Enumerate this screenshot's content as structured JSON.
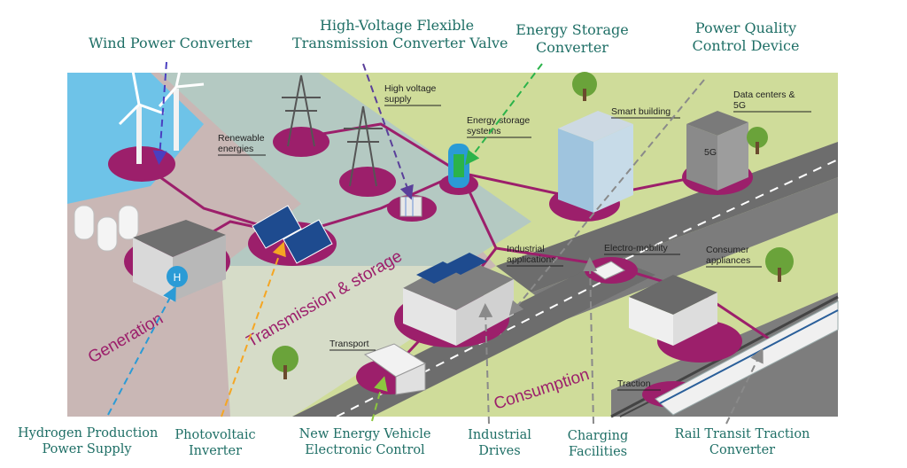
{
  "callouts": {
    "wind": "Wind Power Converter",
    "hv_line1": "High-Voltage Flexible",
    "hv_line2": "Transmission Converter Valve",
    "storage_line1": "Energy Storage",
    "storage_line2": "Converter",
    "pq_line1": "Power Quality",
    "pq_line2": "Control Device",
    "hydrogen_line1": "Hydrogen Production",
    "hydrogen_line2": "Power Supply",
    "pv_line1": "Photovoltaic",
    "pv_line2": "Inverter",
    "nev_line1": "New Energy Vehicle",
    "nev_line2": "Electronic Control",
    "drives_line1": "Industrial",
    "drives_line2": "Drives",
    "charging_line1": "Charging",
    "charging_line2": "Facilities",
    "rail_line1": "Rail Transit Traction",
    "rail_line2": "Converter"
  },
  "map_labels": {
    "renewable_1": "Renewable",
    "renewable_2": "energies",
    "hv_supply_1": "High voltage",
    "hv_supply_2": "supply",
    "ess_1": "Energy storage",
    "ess_2": "systems",
    "smart_building": "Smart building",
    "datacenter_1": "Data centers &",
    "datacenter_2": "5G",
    "industrial_1": "Industrial",
    "industrial_2": "applications",
    "emobility": "Electro-mobility",
    "consumer_1": "Consumer",
    "consumer_2": "appliances",
    "transport": "Transport",
    "traction": "Traction",
    "badge_5g": "5G"
  },
  "zones": {
    "generation": "Generation",
    "transmission": "Transmission & storage",
    "consumption": "Consumption"
  },
  "colors": {
    "accent": "#1f6f66",
    "magenta": "#9c1f6b",
    "water": "#6ec3e8",
    "grass": "#cfdc9a",
    "pad": "#b4c9c2",
    "gen_area": "#c9b7b5",
    "road": "#6d6d6d"
  }
}
